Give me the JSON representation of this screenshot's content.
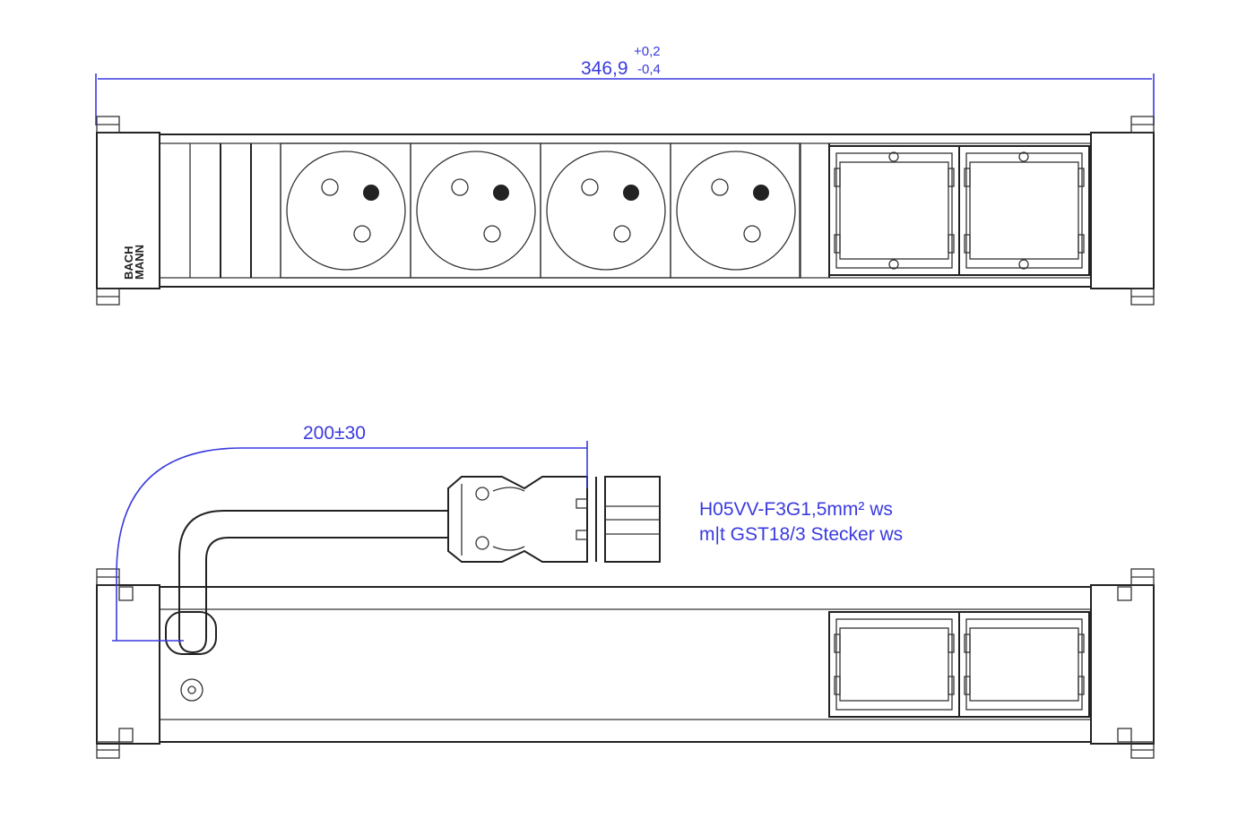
{
  "top_view": {
    "dimension_main": "346,9",
    "tolerance_plus": "+0,2",
    "tolerance_minus": "-0,4",
    "logo": "BACH MANN",
    "socket_count": 4,
    "keystone_module_count": 2
  },
  "bottom_view": {
    "cable_length": "200±30",
    "cable_label_line1": "H05VV-F3G1,5mm² ws",
    "cable_label_line2": "m|t GST18/3  Stecker ws",
    "keystone_module_count": 2
  },
  "colors": {
    "dimension": "#3a3ae0",
    "line": "#222222"
  }
}
